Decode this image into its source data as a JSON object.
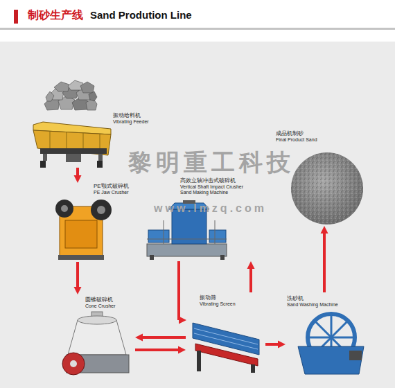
{
  "diagram": {
    "title": "制砂生产线",
    "nodes": [
      {
        "text": [
          "振动给料机",
          "Vibrating Feeder"
        ]
      },
      {
        "text": [
          "成品机制砂",
          "Final Product Sand"
        ]
      },
      {
        "text": [
          "PE颚式破碎机",
          "PE Jaw Crusher"
        ]
      },
      {
        "text": [
          "高效立轴冲击式破碎机",
          "Vertical Shaft Impact Crusher",
          "Sand Making Machine"
        ]
      },
      {
        "text": [
          "圆锥破碎机",
          "Cone Crusher"
        ]
      },
      {
        "text": [
          "振动筛",
          "Vibrating Screen"
        ]
      },
      {
        "text": [
          "洗砂机",
          "Sand Washing Machine"
        ]
      }
    ],
    "edges": [
      {
        "from": 0,
        "to": 2,
        "arrow": "to"
      },
      {
        "from": 2,
        "to": 4,
        "arrow": "to"
      },
      {
        "from": 4,
        "to": 5,
        "arrow": "to"
      },
      {
        "from": 5,
        "to": 4,
        "arrow": "to"
      },
      {
        "from": 3,
        "to": 5,
        "arrow": "to"
      },
      {
        "from": 5,
        "to": 3,
        "arrow": "to"
      },
      {
        "from": 5,
        "to": 6,
        "arrow": "to"
      },
      {
        "from": 6,
        "to": 1,
        "arrow": "to"
      }
    ],
    "labels": [
      "Sand Prodution Line",
      "黎明重工科技",
      "www.lmzq.com"
    ]
  }
}
